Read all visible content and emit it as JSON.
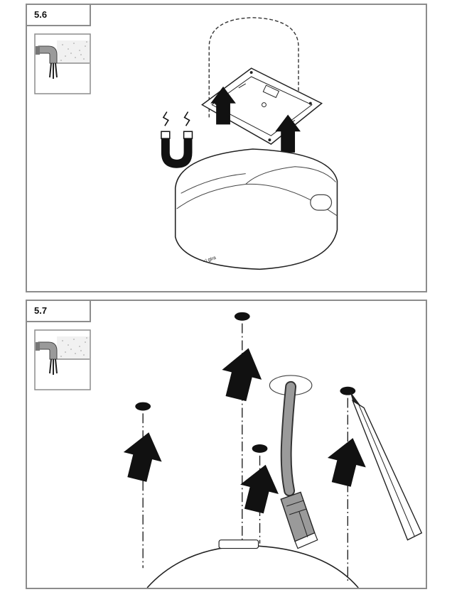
{
  "steps": [
    {
      "label": "5.6"
    },
    {
      "label": "5.7"
    }
  ],
  "device": {
    "brand_mark": "gira-logo"
  },
  "icons": [
    "magnet-icon",
    "pencil-icon",
    "arrow-up-icon",
    "wall-corner-icon",
    "rj45-plug-icon"
  ]
}
